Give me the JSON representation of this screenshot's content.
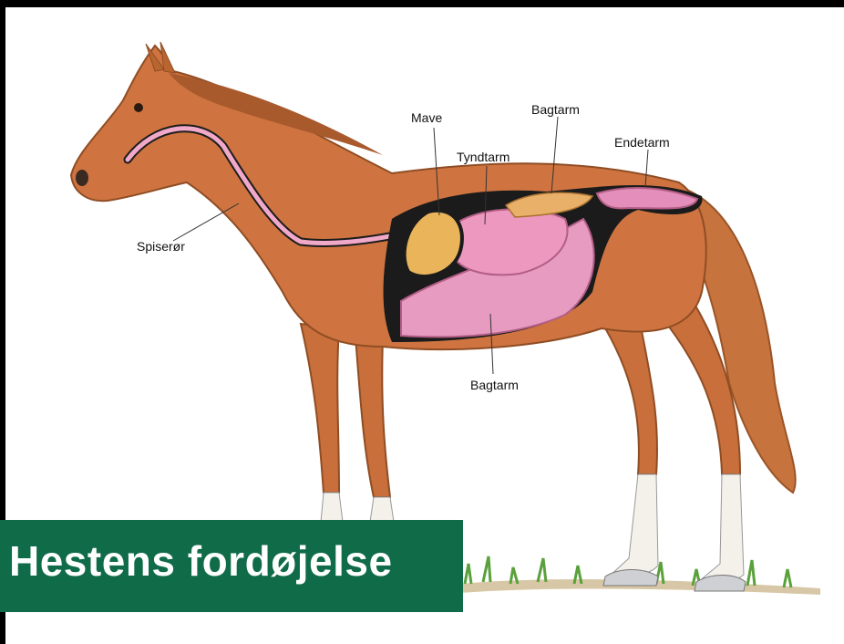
{
  "diagram": {
    "labels": {
      "mave": "Mave",
      "bagtarm_top": "Bagtarm",
      "endetarm": "Endetarm",
      "tyndtarm": "Tyndtarm",
      "spiseroer": "Spiserør",
      "bagtarm_bottom": "Bagtarm"
    }
  },
  "title": "Hestens fordøjelse",
  "colors": {
    "title_bar": "#0f6b48",
    "horse_coat": "#cf7440",
    "organ_pink": "#e79bc0",
    "stomach": "#e9b45a"
  }
}
